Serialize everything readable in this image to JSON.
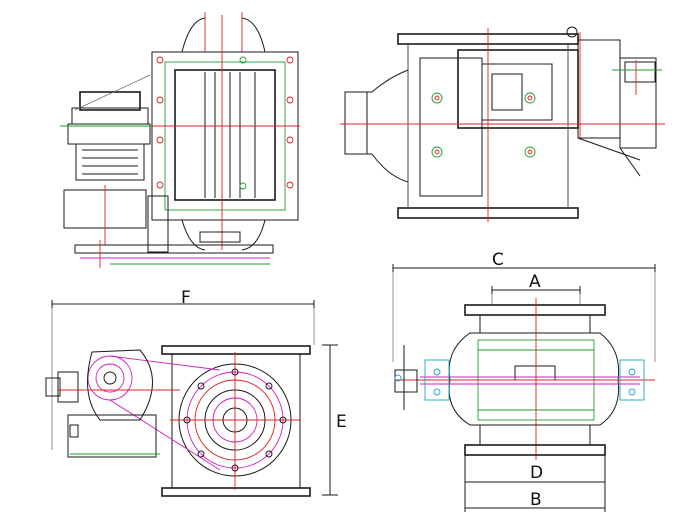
{
  "dimension_labels": {
    "a": "A",
    "b": "B",
    "c": "C",
    "d": "D",
    "e": "E",
    "f": "F"
  }
}
